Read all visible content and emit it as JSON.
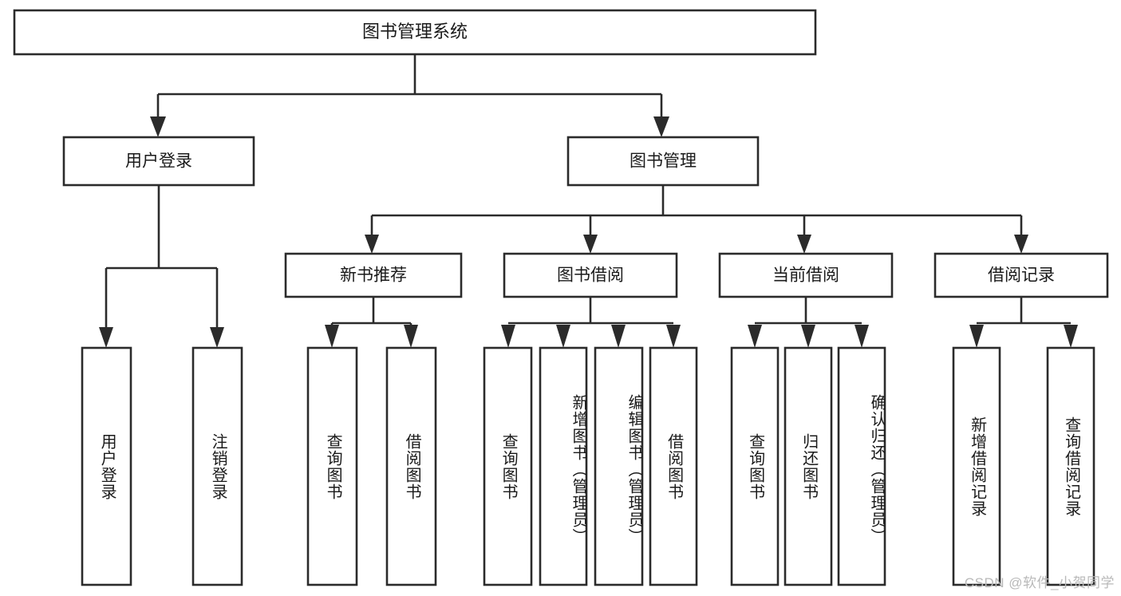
{
  "diagram": {
    "type": "hierarchy-tree",
    "title": "图书管理系统",
    "orientation": "top-down",
    "colors": {
      "box_fill": "#ffffff",
      "box_stroke": "#2b2b2b",
      "text": "#1a1a1a",
      "watermark": "#b9b9b9",
      "background": "#ffffff"
    },
    "root": {
      "label": "图书管理系统",
      "name": "node-root-library-system"
    },
    "level2": [
      {
        "label": "用户登录",
        "name": "node-user-login"
      },
      {
        "label": "图书管理",
        "name": "node-book-management"
      }
    ],
    "level3": [
      {
        "label": "新书推荐",
        "name": "node-new-book-recommend"
      },
      {
        "label": "图书借阅",
        "name": "node-book-borrow"
      },
      {
        "label": "当前借阅",
        "name": "node-current-borrow"
      },
      {
        "label": "借阅记录",
        "name": "node-borrow-records"
      }
    ],
    "leaves": {
      "user_login": [
        {
          "label": "用户登录",
          "name": "leaf-user-login"
        },
        {
          "label": "注销登录",
          "name": "leaf-logout"
        }
      ],
      "new_book_recommend": [
        {
          "label": "查询图书",
          "name": "leaf-query-book-1"
        },
        {
          "label": "借阅图书",
          "name": "leaf-borrow-book-1"
        }
      ],
      "book_borrow": [
        {
          "label": "查询图书",
          "name": "leaf-query-book-2"
        },
        {
          "label": "新增图书（管理员）",
          "name": "leaf-add-book-admin"
        },
        {
          "label": "编辑图书（管理员）",
          "name": "leaf-edit-book-admin"
        },
        {
          "label": "借阅图书",
          "name": "leaf-borrow-book-2"
        }
      ],
      "current_borrow": [
        {
          "label": "查询图书",
          "name": "leaf-query-book-3"
        },
        {
          "label": "归还图书",
          "name": "leaf-return-book"
        },
        {
          "label": "确认归还（管理员）",
          "name": "leaf-confirm-return-admin"
        }
      ],
      "borrow_records": [
        {
          "label": "新增借阅记录",
          "name": "leaf-add-borrow-record"
        },
        {
          "label": "查询借阅记录",
          "name": "leaf-query-borrow-record"
        }
      ]
    },
    "watermark": "CSDN @软件_小贺同学"
  }
}
